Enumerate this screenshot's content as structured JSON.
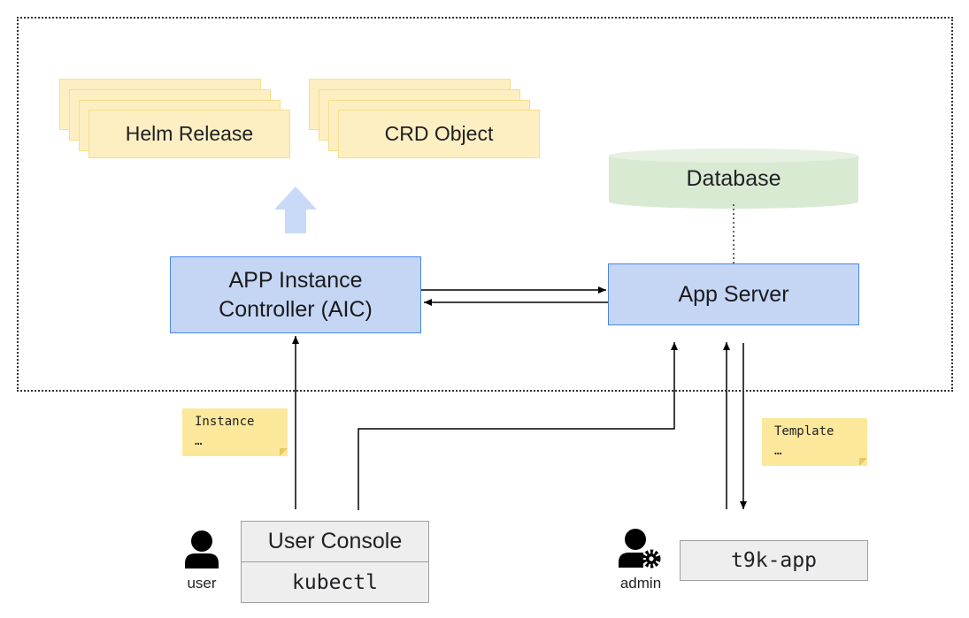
{
  "diagram": {
    "artifacts": {
      "helm_release": "Helm Release",
      "crd_object": "CRD Object"
    },
    "components": {
      "database": "Database",
      "aic_line1": "APP Instance",
      "aic_line2": "Controller (AIC)",
      "app_server": "App Server"
    },
    "notes": {
      "instance_line1": "Instance",
      "instance_line2": "…",
      "template_line1": "Template",
      "template_line2": "…"
    },
    "clients": {
      "user_console": "User Console",
      "kubectl": "kubectl",
      "t9k_app": "t9k-app"
    },
    "actors": {
      "user": "user",
      "admin": "admin"
    },
    "colors": {
      "artifact_fill": "#fdefc2",
      "artifact_border": "#f8dd8c",
      "component_fill": "#c5d6f5",
      "component_border": "#4a86e8",
      "database_fill": "#d9ead3",
      "note_fill": "#fce89a",
      "upward_arrow": "#c9daf8",
      "client_fill": "#eeeeee"
    }
  }
}
